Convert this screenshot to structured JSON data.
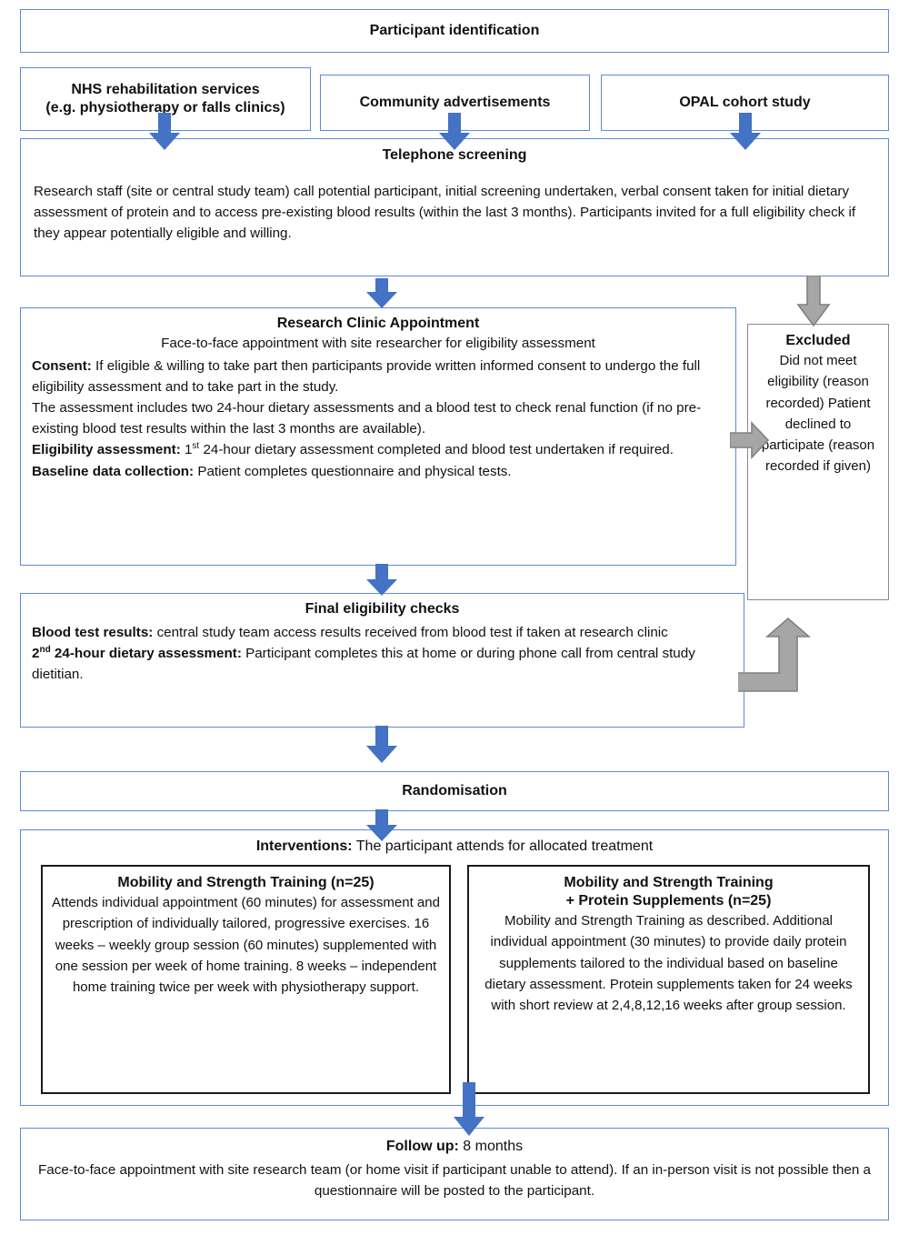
{
  "diagram": {
    "title": "Participant identification flow diagram",
    "colors": {
      "box_border_blue": "#5B8BD5",
      "box_border_dark": "#1a1a1a",
      "arrow_blue": "#4472C4",
      "arrow_gray_fill": "#A6A6A6",
      "arrow_gray_stroke": "#808080",
      "background": "#ffffff",
      "text": "#111111"
    },
    "nodes": {
      "participant_identification": {
        "label": "Participant  identification"
      },
      "source_nhs": {
        "line1": "NHS rehabilitation services",
        "line2": "(e.g. physiotherapy or falls clinics)"
      },
      "source_community": {
        "label": "Community advertisements"
      },
      "source_opal": {
        "label": "OPAL cohort study"
      },
      "telephone_screening": {
        "title": "Telephone  screening",
        "body": "Research staff (site or central  study team) call potential  participant, initial screening undertaken,  verbal consent taken for initial dietary assessment of protein and to access pre-existing blood results (within the last 3 months). Participants invited for a full eligibility check if they appear potentially eligible and willing."
      },
      "research_clinic": {
        "title": "Research Clinic Appointment",
        "subtitle": "Face-to-face appointment with site researcher for eligibility assessment",
        "lines": [
          {
            "bold": "Consent:",
            "rest": " If eligible & willing to take part then participants provide written informed consent to undergo the full eligibility assessment and to take part in the study."
          },
          {
            "bold": "",
            "rest": "The assessment includes two 24-hour dietary assessments and a blood test to check renal function (if no pre-existing blood test results within the last 3 months are available)."
          },
          {
            "bold": "Eligibility assessment:",
            "rest": " 1st 24-hour dietary assessment completed and blood test undertaken if required."
          },
          {
            "bold": "Baseline data collection:",
            "rest": " Patient completes questionnaire and physical tests."
          }
        ]
      },
      "excluded": {
        "title": "Excluded",
        "body": "Did not meet eligibility (reason recorded) Patient declined to participate (reason recorded if given)"
      },
      "final_eligibility": {
        "title": "Final eligibility checks",
        "lines": [
          {
            "bold": "Blood test results:",
            "rest": " central study team access results received from blood test if taken at research clinic"
          },
          {
            "bold": "2nd 24-hour dietary assessment:",
            "rest": " Participant completes this at home or during phone call from central study dietitian."
          }
        ]
      },
      "randomisation": {
        "label": "Randomisation"
      },
      "interventions": {
        "heading_bold": "Interventions:",
        "heading_rest": "  The participant attends for allocated treatment",
        "arms": [
          {
            "title_line1": "Mobility and Strength Training (n=25)",
            "title_line2": "",
            "body": "Attends individual appointment (60 minutes) for assessment and prescription of individually tailored, progressive exercises. 16 weeks – weekly group session (60 minutes) supplemented with one session per week of home training. 8 weeks – independent home training twice per week with physiotherapy support."
          },
          {
            "title_line1": "Mobility and Strength Training",
            "title_line2": "+ Protein Supplements (n=25)",
            "body": "Mobility and Strength Training as described. Additional individual appointment (30 minutes) to provide daily protein supplements tailored to the individual based on baseline dietary assessment. Protein supplements taken for 24 weeks with short review at 2,4,8,12,16 weeks after group session."
          }
        ]
      },
      "follow_up": {
        "title_bold": "Follow up:",
        "title_rest": " 8 months",
        "body": "Face-to-face appointment with site research team (or home visit if participant unable to attend). If an in-person visit is not possible then a questionnaire will be posted to the participant."
      }
    }
  }
}
